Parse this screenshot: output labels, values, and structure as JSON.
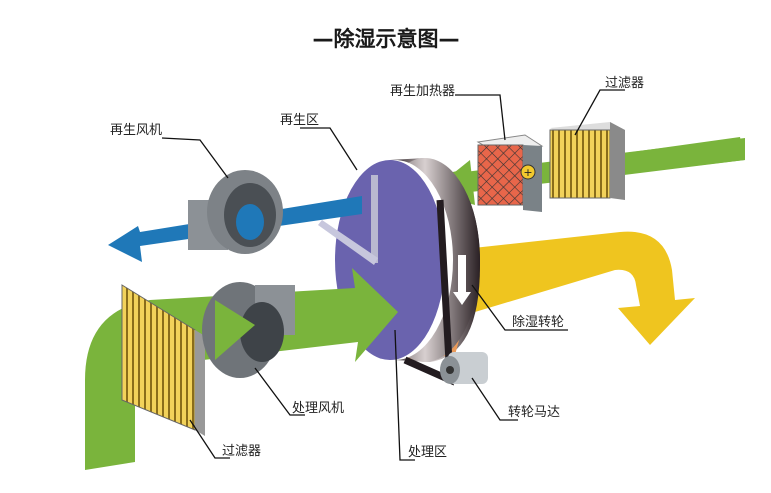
{
  "title": "—除湿示意图—",
  "labels": {
    "regen_heater": "再生加热器",
    "filter_top": "过滤器",
    "regen_fan": "再生风机",
    "regen_zone": "再生区",
    "desiccant_wheel": "除湿转轮",
    "process_fan": "处理风机",
    "filter_bottom": "过滤器",
    "wheel_motor": "转轮马达",
    "process_zone": "处理区"
  },
  "colors": {
    "green": "#7ab43c",
    "blue": "#1f78b8",
    "yellow": "#efc51f",
    "wheel": "#6a63ae",
    "heater": "#e8664a"
  }
}
